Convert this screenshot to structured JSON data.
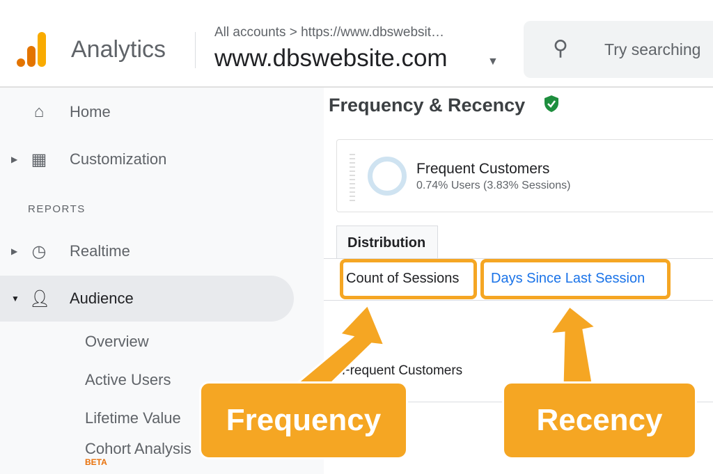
{
  "header": {
    "app_name": "Analytics",
    "breadcrumb": "All accounts > https://www.dbswebsit…",
    "property": "www.dbswebsite.com",
    "search_placeholder": "Try searching"
  },
  "sidebar": {
    "items": [
      {
        "label": "Home",
        "icon": "home-icon"
      },
      {
        "label": "Customization",
        "icon": "dashboard-icon"
      }
    ],
    "section": "REPORTS",
    "reports": [
      {
        "label": "Realtime",
        "icon": "clock-icon"
      },
      {
        "label": "Audience",
        "icon": "person-icon",
        "active": true
      }
    ],
    "audience_sub": [
      "Overview",
      "Active Users",
      "Lifetime Value",
      "Cohort Analysis"
    ],
    "beta": "BETA"
  },
  "main": {
    "title": "Frequency & Recency",
    "card": {
      "title": "Frequent Customers",
      "subtitle": "0.74% Users (3.83% Sessions)"
    },
    "tab": "Distribution",
    "options": [
      "Count of Sessions",
      "Days Since Last Session"
    ],
    "row_label": "Frequent Customers"
  },
  "callouts": {
    "frequency": "Frequency",
    "recency": "Recency"
  },
  "colors": {
    "accent": "#f5a623",
    "link": "#1a73e8",
    "verified": "#1e8e3e"
  }
}
